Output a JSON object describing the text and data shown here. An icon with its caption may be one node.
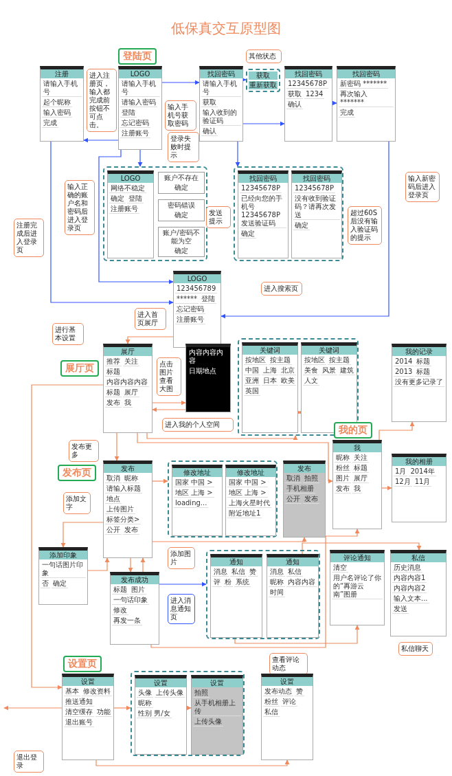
{
  "diagram": {
    "title": "低保真交互原型图",
    "nodes": [
      {
        "text": [
          "登陆页"
        ]
      },
      {
        "text": [
          "注册",
          "请输入手机号",
          "起个昵称",
          "输入密码",
          "完成"
        ]
      },
      {
        "text": [
          "LOGO",
          "请输入手机号",
          "请输入密码",
          "登陆",
          "忘记密码",
          "注册账号"
        ]
      },
      {
        "text": [
          "进入注册页，输入都完成前按钮不可点击。"
        ]
      },
      {
        "text": [
          "输入手机号获取密码"
        ]
      },
      {
        "text": [
          "找回密码",
          "请输入手机号",
          "获取",
          "输入收到的验证码",
          "确认"
        ]
      },
      {
        "text": [
          "其他状态"
        ]
      },
      {
        "text": [
          "获取",
          "重新获取"
        ]
      },
      {
        "text": [
          "找回密码",
          "12345678P",
          "获取",
          "1234",
          "确认"
        ]
      },
      {
        "text": [
          "找回密码",
          "新密码 *******",
          "再次输入 *******",
          "完成"
        ]
      },
      {
        "text": [
          "登录失败时提示"
        ]
      },
      {
        "text": [],
        "shape": "box"
      },
      {
        "text": [
          "LOGO",
          "网络不稳定",
          "确定",
          "登陆",
          "注册账号"
        ],
        "in": 11
      },
      {
        "text": [
          "账户不存在",
          "确定"
        ],
        "in": 11
      },
      {
        "text": [
          "密码错误",
          "确定"
        ],
        "in": 11
      },
      {
        "text": [
          "账户/密码不能为空",
          "确定"
        ],
        "in": 11
      },
      {
        "text": [
          "输入正确的账户名和密码后进入登录页"
        ]
      },
      {
        "text": [],
        "shape": "box"
      },
      {
        "text": [
          "找回密码",
          "12345678P",
          "已经向您的手机号12345678P发送验证码",
          "确定"
        ],
        "in": 17
      },
      {
        "text": [
          "找回密码",
          "12345678P",
          "没有收到验证码？请再次发送",
          "确定"
        ],
        "in": 17
      },
      {
        "text": [
          "发送提示"
        ]
      },
      {
        "text": [
          "超过60S后没有输入验证码的提示"
        ]
      },
      {
        "text": [
          "输入新密码后进入登录页"
        ]
      },
      {
        "text": [
          "注册完成后进入登录页"
        ]
      },
      {
        "text": [
          "LOGO",
          "123456789",
          "******",
          "登陆",
          "忘记密码",
          "注册账号"
        ]
      },
      {
        "text": [
          "进入首页展厅"
        ]
      },
      {
        "text": [
          "进入搜索页"
        ]
      },
      {
        "text": [
          "展厅页"
        ]
      },
      {
        "text": [
          "进行基本设置"
        ]
      },
      {
        "text": [
          "展厅",
          "推荐",
          "关注",
          "标题",
          "内容内容内容",
          "标题",
          "展厅",
          "发布",
          "我"
        ]
      },
      {
        "text": [
          "内容内容内容",
          "日期地点"
        ]
      },
      {
        "text": [
          "点击图片查看大图"
        ]
      },
      {
        "text": [],
        "shape": "box"
      },
      {
        "text": [
          "关键词",
          "按地区",
          "按主题",
          "中国",
          "上海",
          "北京",
          "亚洲",
          "日本",
          "欧美",
          "英国"
        ],
        "in": 32
      },
      {
        "text": [
          "关键词",
          "按地区",
          "按主题",
          "美食",
          "风景",
          "建筑",
          "人文"
        ],
        "in": 32
      },
      {
        "text": [
          "发布更多"
        ]
      },
      {
        "text": [
          "进入我的个人空间"
        ]
      },
      {
        "text": [
          "发布页"
        ]
      },
      {
        "text": [
          "发布",
          "取消",
          "昵称",
          "请输入标题",
          "地点",
          "上传图片",
          "标签分类>",
          "公开",
          "发布"
        ]
      },
      {
        "text": [],
        "shape": "box"
      },
      {
        "text": [
          "修改地址",
          "国家 中国 >",
          "地区 上海 >",
          "loading..."
        ],
        "in": 39
      },
      {
        "text": [
          "修改地址",
          "国家 中国 >",
          "地区 上海 >",
          "上海火星时代",
          "附近地址1"
        ],
        "in": 39
      },
      {
        "text": [
          "发布",
          "取消",
          "拍照",
          "手机相册",
          "公开",
          "发布"
        ]
      },
      {
        "text": [
          "我的页"
        ]
      },
      {
        "text": [
          "我",
          "昵称",
          "关注",
          "粉丝",
          "标题",
          "图片",
          "展厅",
          "发布",
          "我"
        ]
      },
      {
        "text": [
          "我的记录",
          "2014",
          "标题",
          "2013",
          "标题",
          "没有更多记录了"
        ]
      },
      {
        "text": [
          "我的相册",
          "1月",
          "2014年",
          "12月",
          "11月"
        ]
      },
      {
        "text": [
          "添加文字"
        ]
      },
      {
        "text": [
          "添加图片"
        ]
      },
      {
        "text": [
          "添加印象",
          "一句话图片印象",
          "否",
          "确定"
        ]
      },
      {
        "text": [
          "发布成功",
          "标题",
          "图片",
          "一句话印象",
          "修改",
          "再发一条"
        ]
      },
      {
        "text": [
          "进入消息通知页"
        ]
      },
      {
        "text": [],
        "shape": "box"
      },
      {
        "text": [
          "通知",
          "消息",
          "私信",
          "赞",
          "评",
          "粉",
          "系统"
        ],
        "in": 52
      },
      {
        "text": [
          "通知",
          "消息",
          "私信",
          "昵称",
          "内容内容",
          "时间"
        ],
        "in": 52
      },
      {
        "text": [
          "查看评论动态"
        ]
      },
      {
        "text": [
          "评论通知",
          "清空",
          "用户名评论了你的“再游云南”图册"
        ]
      },
      {
        "text": [
          "私信",
          "历史消息",
          "内容内容1",
          "内容内容2",
          "输入文本...",
          "发送"
        ]
      },
      {
        "text": [
          "私信聊天"
        ]
      },
      {
        "text": [
          "设置页"
        ]
      },
      {
        "text": [
          "设置",
          "基本",
          "修改资料",
          "推送通知",
          "清空缓存",
          "功能",
          "退出账号"
        ]
      },
      {
        "text": [
          "退出登录"
        ]
      },
      {
        "text": [],
        "shape": "box"
      },
      {
        "text": [
          "设置",
          "头像",
          "上传头像",
          "昵称",
          "性别 男/女"
        ],
        "in": 62
      },
      {
        "text": [
          "设置",
          "拍照",
          "从手机相册上传",
          "上传头像"
        ],
        "in": 62
      },
      {
        "text": [
          "设置",
          "发布动态",
          "赞",
          "粉丝",
          "评论",
          "私信"
        ]
      }
    ],
    "edges": [
      {
        "from": 2,
        "to": 1,
        "arrow": "to",
        "color": "#3355ff"
      },
      {
        "from": 2,
        "to": 5,
        "arrow": "to",
        "color": "#3355ff"
      },
      {
        "from": 5,
        "to": 7,
        "arrow": "to",
        "color": "#3355ff"
      },
      {
        "from": 5,
        "to": 8,
        "arrow": "to",
        "color": "#3355ff"
      },
      {
        "from": 8,
        "to": 9,
        "arrow": "to",
        "color": "#3355ff"
      },
      {
        "from": 2,
        "to": 11,
        "arrow": "to",
        "color": "#3355ff"
      },
      {
        "from": 5,
        "to": 17,
        "arrow": "to",
        "color": "#3355ff"
      },
      {
        "from": 2,
        "to": 24,
        "arrow": "to",
        "color": "#3355ff"
      },
      {
        "from": 1,
        "to": 24,
        "arrow": "to",
        "color": "#3355ff"
      },
      {
        "from": 9,
        "to": 24,
        "arrow": "to",
        "color": "#3355ff"
      },
      {
        "from": 24,
        "to": 29,
        "arrow": "to"
      },
      {
        "from": 29,
        "to": 32,
        "arrow": "to"
      },
      {
        "from": 29,
        "to": 30,
        "arrow": "to"
      },
      {
        "from": 30,
        "to": 29,
        "arrow": "to"
      },
      {
        "from": 33,
        "to": 34,
        "arrow": "both"
      },
      {
        "from": 29,
        "to": 38,
        "arrow": "to"
      },
      {
        "from": 29,
        "to": 44,
        "arrow": "to"
      },
      {
        "from": 29,
        "to": 60,
        "arrow": "to"
      },
      {
        "from": 38,
        "to": 39,
        "arrow": "to"
      },
      {
        "from": 38,
        "to": 42,
        "arrow": "to"
      },
      {
        "from": 38,
        "to": 49,
        "arrow": "to"
      },
      {
        "from": 49,
        "to": 38,
        "arrow": "to"
      },
      {
        "from": 38,
        "to": 50,
        "arrow": "to"
      },
      {
        "from": 50,
        "to": 38,
        "arrow": "to"
      },
      {
        "from": 50,
        "to": 44,
        "arrow": "to"
      },
      {
        "from": 44,
        "to": 45,
        "arrow": "to"
      },
      {
        "from": 44,
        "to": 46,
        "arrow": "to"
      },
      {
        "from": 50,
        "to": 52,
        "arrow": "to",
        "color": "#3355ff"
      },
      {
        "from": 53,
        "to": 56,
        "arrow": "to"
      },
      {
        "from": 54,
        "to": 57,
        "arrow": "to"
      },
      {
        "from": 60,
        "to": 62,
        "arrow": "to"
      },
      {
        "from": 60,
        "to": 65,
        "arrow": "to"
      },
      {
        "from": 60,
        "to": null,
        "arrow": "to"
      },
      {
        "from": 63,
        "to": 64,
        "arrow": "to"
      }
    ]
  }
}
